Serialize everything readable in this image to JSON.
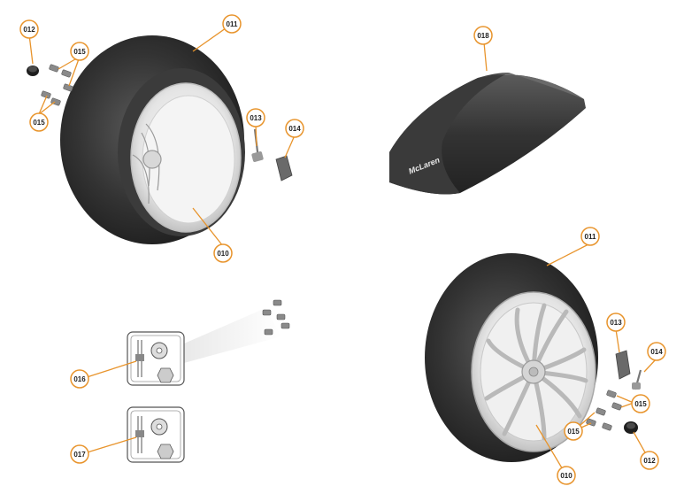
{
  "diagram": {
    "colors": {
      "leader": "#e8942c",
      "callout_stroke": "#e8942c",
      "callout_fill": "#ffffff",
      "tyre_dark": "#2b2b2b",
      "tyre_mid": "#4a4a4a",
      "rim": "#e6e6e6",
      "rim_shadow": "#b8b8b8",
      "blanket": "#3a3a3a",
      "fastener": "#8a8a8a"
    },
    "callouts": [
      {
        "id": "c-011-top",
        "label": "011"
      },
      {
        "id": "c-012-top",
        "label": "012"
      },
      {
        "id": "c-015-top-a",
        "label": "015"
      },
      {
        "id": "c-015-top-b",
        "label": "015"
      },
      {
        "id": "c-013-top",
        "label": "013"
      },
      {
        "id": "c-014-top",
        "label": "014"
      },
      {
        "id": "c-010-top",
        "label": "010"
      },
      {
        "id": "c-018",
        "label": "018"
      },
      {
        "id": "c-011-bot",
        "label": "011"
      },
      {
        "id": "c-013-bot",
        "label": "013"
      },
      {
        "id": "c-014-bot",
        "label": "014"
      },
      {
        "id": "c-015-bot-a",
        "label": "015"
      },
      {
        "id": "c-015-bot-b",
        "label": "015"
      },
      {
        "id": "c-012-bot",
        "label": "012"
      },
      {
        "id": "c-010-bot",
        "label": "010"
      },
      {
        "id": "c-016",
        "label": "016"
      },
      {
        "id": "c-017",
        "label": "017"
      }
    ],
    "blanket_logo": "McLaren"
  }
}
